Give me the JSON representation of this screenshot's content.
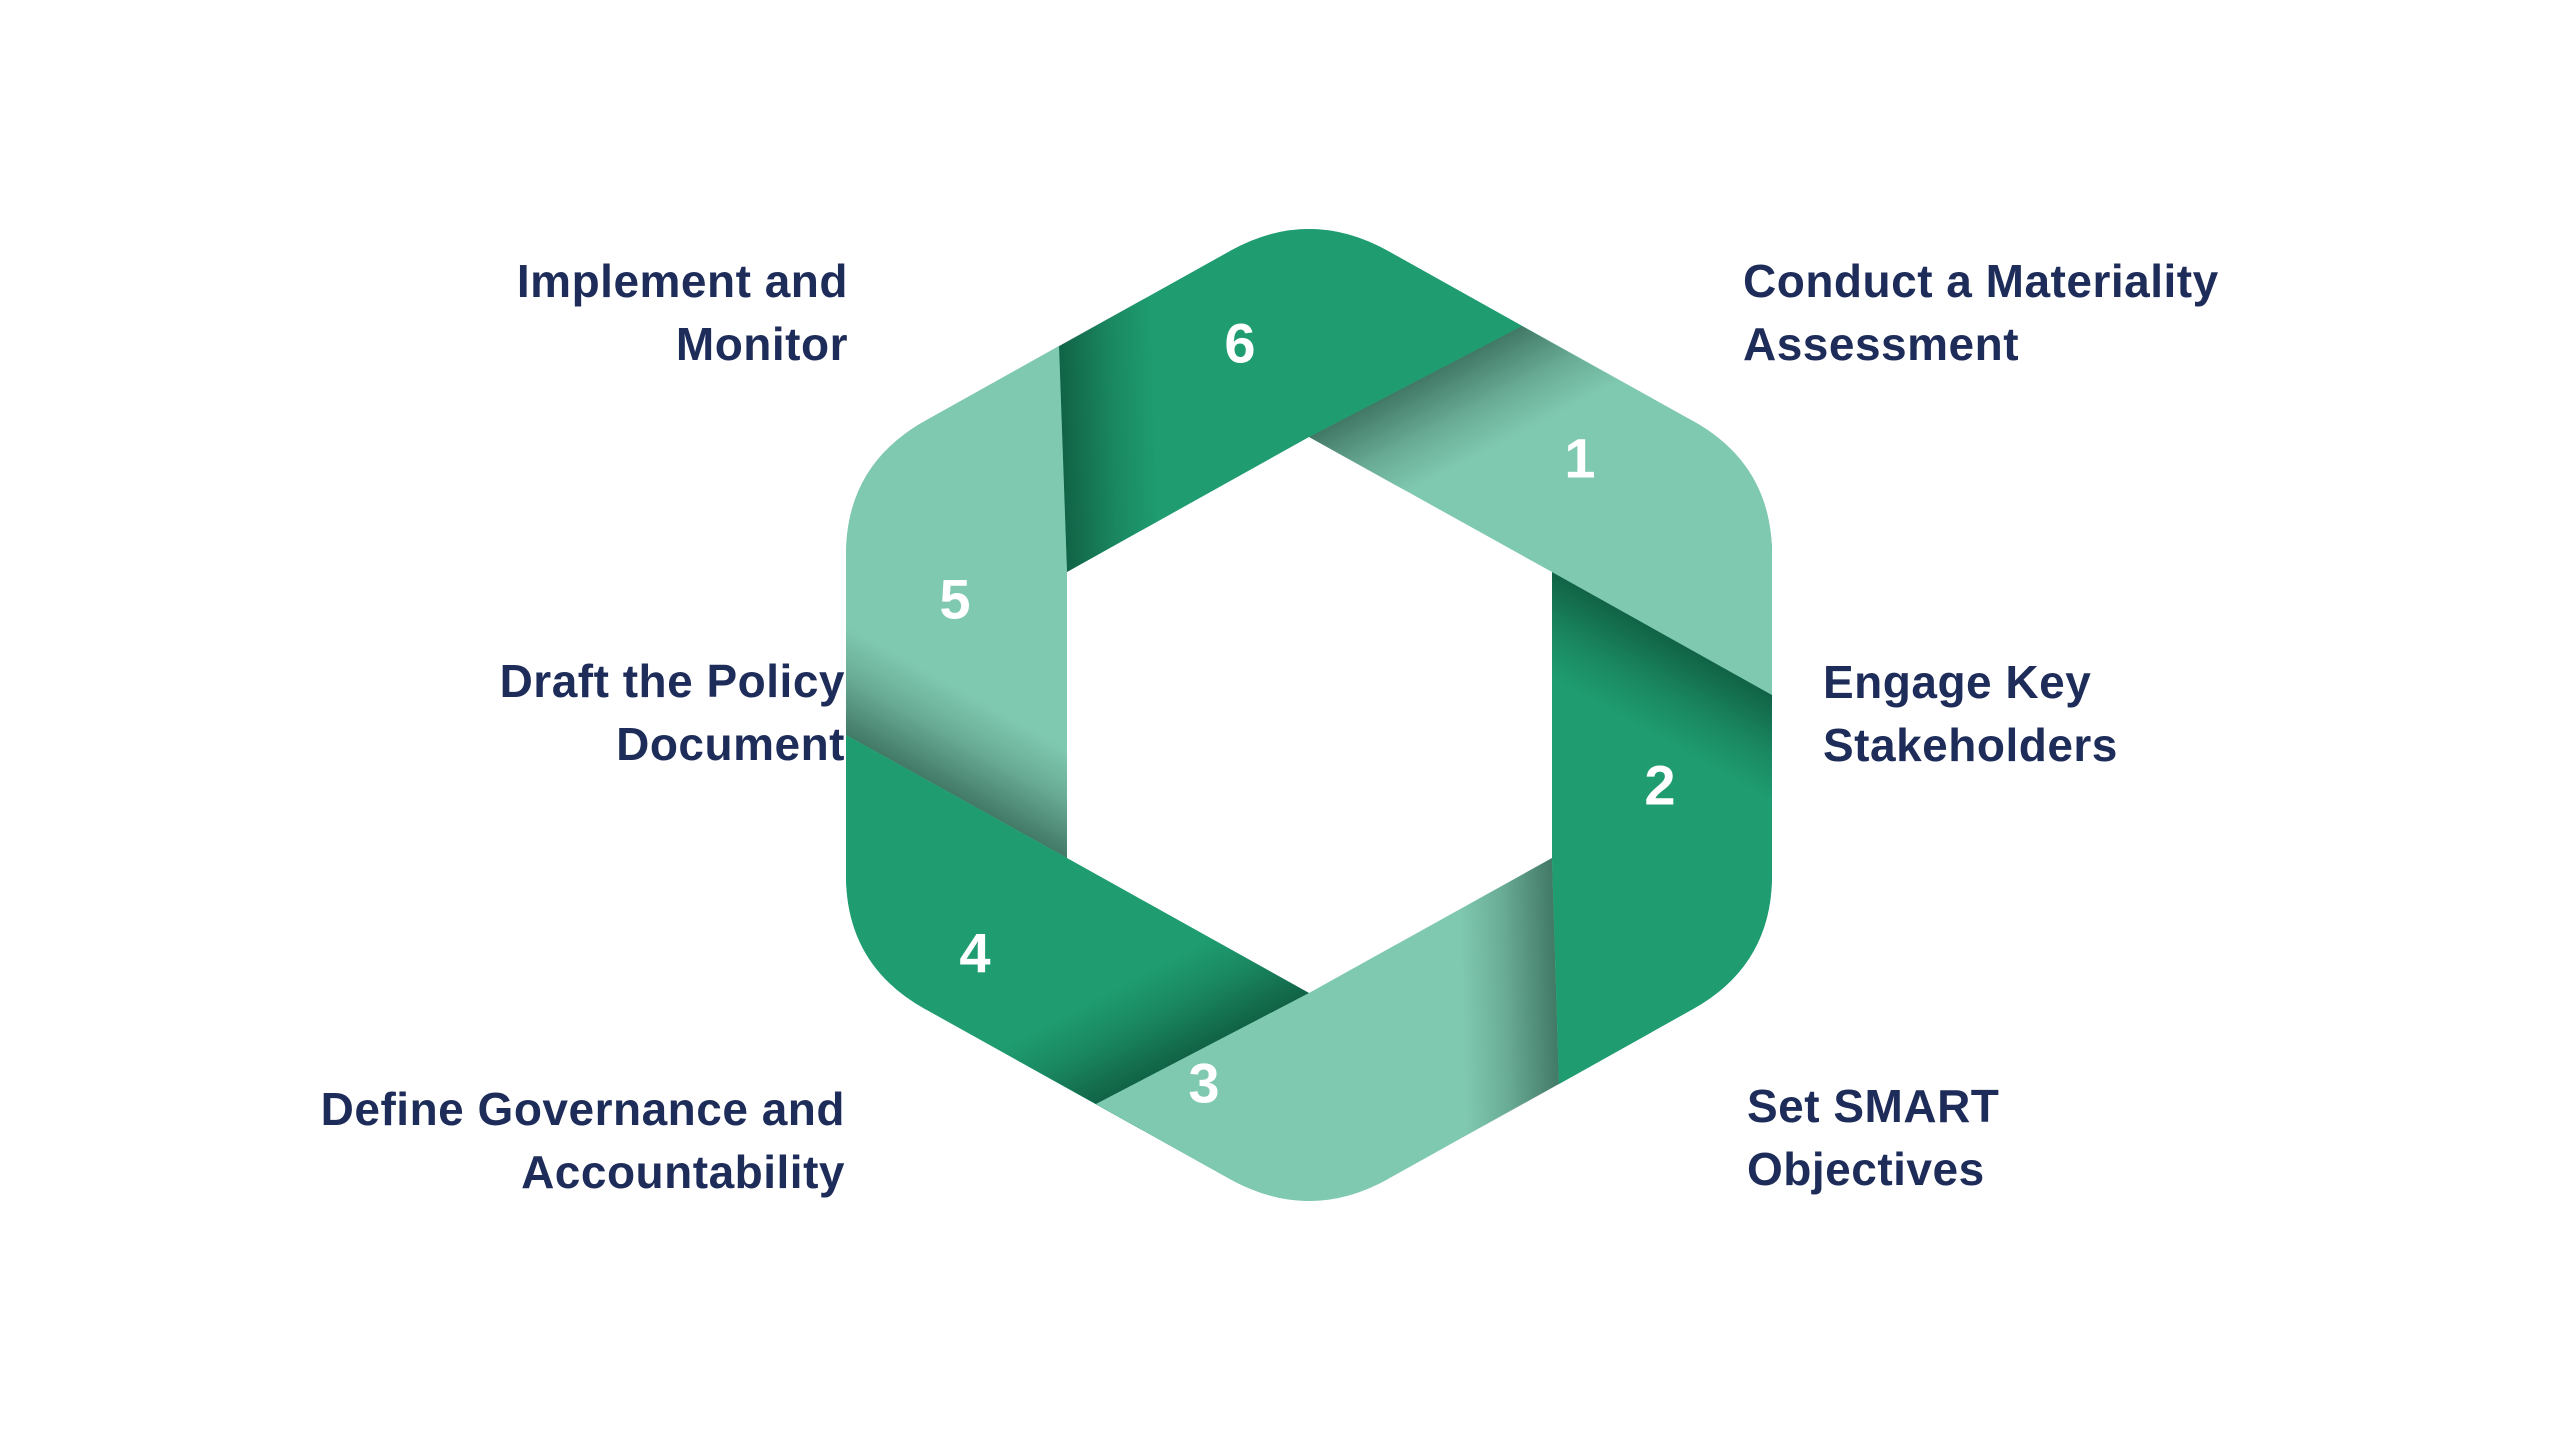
{
  "diagram": {
    "type": "cycle-hexagon-ribbon",
    "background_color": "#ffffff",
    "colors": {
      "dark_green": "#1f9d71",
      "light_green": "#80c9b1",
      "label_navy": "#1e2c59",
      "number_white": "#ffffff"
    },
    "steps": [
      {
        "number": "1",
        "shade": "light",
        "label_lines": [
          "Conduct a Materiality",
          "Assessment"
        ]
      },
      {
        "number": "2",
        "shade": "dark",
        "label_lines": [
          "Engage Key",
          "Stakeholders"
        ]
      },
      {
        "number": "3",
        "shade": "light",
        "label_lines": [
          "Set SMART",
          "Objectives"
        ]
      },
      {
        "number": "4",
        "shade": "dark",
        "label_lines": [
          "Define Governance and",
          "Accountability"
        ]
      },
      {
        "number": "5",
        "shade": "light",
        "label_lines": [
          "Draft the Policy",
          "Document"
        ]
      },
      {
        "number": "6",
        "shade": "dark",
        "label_lines": [
          "Implement and",
          "Monitor"
        ]
      }
    ]
  }
}
